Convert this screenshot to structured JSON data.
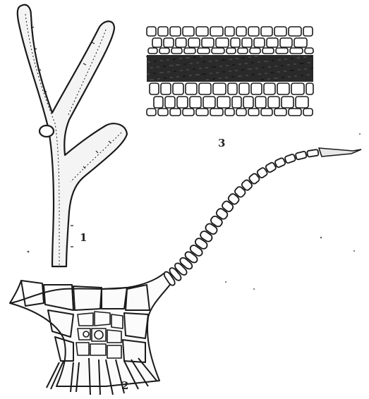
{
  "figures": [
    {
      "id": "fig-1",
      "label": "1"
    },
    {
      "id": "fig-2",
      "label": "2"
    },
    {
      "id": "fig-3",
      "label": "3"
    }
  ],
  "colors": {
    "ink": "#1a1a1a",
    "paper": "#ffffff",
    "band": "#2a2a2a"
  }
}
